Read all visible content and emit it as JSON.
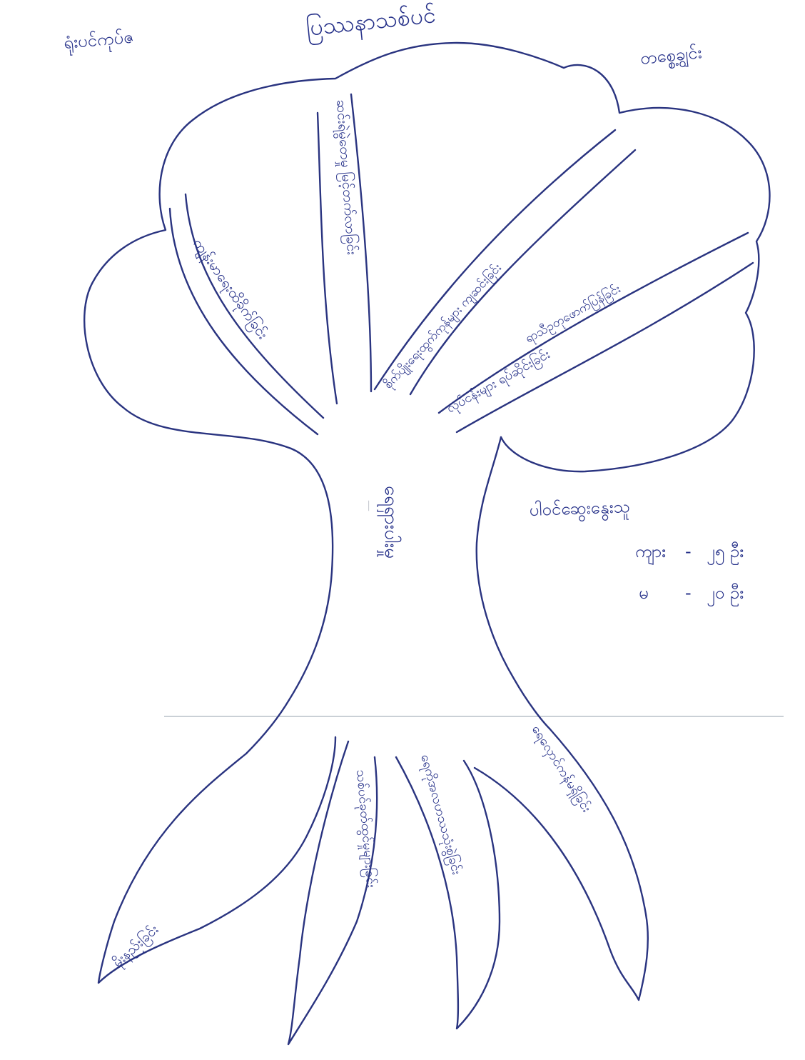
{
  "header": {
    "left_note": "ရုံးပင်ကုပ်ဇ",
    "title": "ပြဿနာသစ်ပင်",
    "right_note": "တစ္စေ့ချွင်း"
  },
  "branches": [
    "ရာသီဥတုဖောက်ပြန်ခြင်း",
    "စိုက်ပျိုးရေးထွက်ကုန်များ ကျဆင်းခြင်း",
    "လုပ်ငန်းများ ရပ်ဆိုင်းခြင်း",
    "ဆင်းရဲမွဲတေမှု မြင့်တက်လာခြင်း",
    "ကျန်းမာရေးထိခိုက်ခြင်း"
  ],
  "trunk": "ရေရှားပါးမှု",
  "roots": [
    "မိုးနည်းခြင်း",
    "သစ်ပင်ခုတ်ထွင်မှုများခြင်း",
    "ရေကိုအလဟဿသုံးစွဲခြင်း",
    "ရေလှောင်ကန်မရှိခြင်း"
  ],
  "participants": {
    "heading": "ပါဝင်ဆွေးနွေးသူ",
    "rows": [
      {
        "label": "ကျား",
        "sep": "-",
        "value": "၂၅ ဦး"
      },
      {
        "label": "မ",
        "sep": "-",
        "value": "၂၀ ဦး"
      }
    ]
  },
  "faint_stamp": "—"
}
